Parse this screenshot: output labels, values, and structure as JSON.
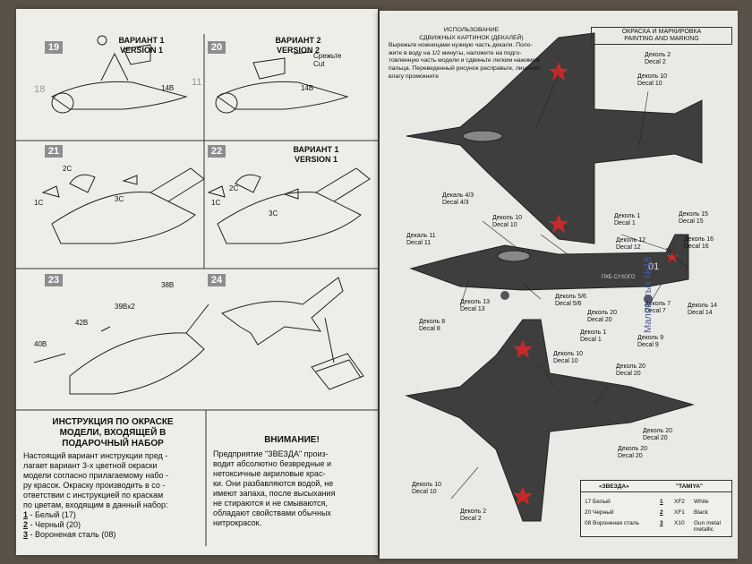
{
  "left_page": {
    "steps": [
      {
        "num": "19",
        "title": [
          "ВАРИАНТ 1",
          "VERSION 1"
        ],
        "parts": [
          "14B"
        ],
        "step_ref": "18"
      },
      {
        "num": "20",
        "title": [
          "ВАРИАНТ 2",
          "VERSION 2"
        ],
        "parts": [
          "14B"
        ],
        "cut": [
          "Срежьте",
          "Cut"
        ],
        "step_ref": "11"
      },
      {
        "num": "21",
        "parts": [
          "2C",
          "1C",
          "3C"
        ]
      },
      {
        "num": "22",
        "title": [
          "ВАРИАНТ 1",
          "VERSION 1"
        ],
        "parts": [
          "2C",
          "1C",
          "3C"
        ]
      },
      {
        "num": "23",
        "parts": [
          "38B",
          "39Bx2",
          "42B",
          "40B"
        ]
      },
      {
        "num": "24"
      }
    ],
    "instructions": {
      "title": [
        "ИНСТРУКЦИЯ ПО ОКРАСКЕ",
        "МОДЕЛИ, ВХОДЯЩЕЙ В",
        "ПОДАРОЧНЫЙ НАБОР"
      ],
      "body": [
        "Настоящий вариант инструкции пред -",
        "лагает вариант 3-х цветной окраски",
        "модели согласно прилагаемому набо -",
        "ру красок. Окраску производить в со -",
        "ответствии с инструкцией по краскам",
        "по цветам, входящим в данный набор:"
      ],
      "colors": [
        {
          "n": "1",
          "label": " - Белый (17)"
        },
        {
          "n": "2",
          "label": " - Черный (20)"
        },
        {
          "n": "3",
          "label": " - Вороненая сталь (08)"
        }
      ]
    },
    "warning": {
      "title": "ВНИМАНИЕ!",
      "body": [
        "Предприятие \"ЗВЕЗДА\" произ-",
        "водит абсолютно безвредные и",
        "нетоксичные акриловые крас-",
        "ки. Они разбавляются водой, не",
        "имеют запаха, после высыхания",
        "не стираются и не смываются,",
        "обладают свойствами обычных",
        "нитрокрасок."
      ]
    }
  },
  "right_page": {
    "decal_instructions": {
      "title": [
        "ИСПОЛЬЗОВАНИЕ",
        "СДВИЖНЫХ КАРТИНОК (ДЕКАЛЕЙ)"
      ],
      "body": [
        "Вырежьте ножницами нужную часть декали. Поло-",
        "жите в воду на 1/2 минуты, наложите на подго-",
        "товленную часть модели и сдвиньте легким нажимом",
        "пальца. Переведенный рисунок расправьте, лишнюю",
        "влагу промокните"
      ]
    },
    "header": [
      "ОКРАСКА И МАРКИРОВКА",
      "PAINTING AND MARKING"
    ],
    "callouts": [
      [
        "Деколь 2",
        "Decal 2"
      ],
      [
        "Деколь 10",
        "Decal 10"
      ],
      [
        "Декаль 4/3",
        "Decal 4/3"
      ],
      [
        "Деколь 10",
        "Decal 10"
      ],
      [
        "Деколь 1",
        "Decal 1"
      ],
      [
        "Декаль 11",
        "Decal 11"
      ],
      [
        "Деколь 15",
        "Decal 15"
      ],
      [
        "Деколь 12",
        "Decal 12"
      ],
      [
        "Деколь 16",
        "Decal 16"
      ],
      [
        "Деколь 13",
        "Decal 13"
      ],
      [
        "Деколь 5/6",
        "Decal 5/6"
      ],
      [
        "Деколь 20",
        "Decal 20"
      ],
      [
        "Деколь 7",
        "Decal 7"
      ],
      [
        "Деколь 14",
        "Decal 14"
      ],
      [
        "Деколь 8",
        "Decal 8"
      ],
      [
        "Деколь 1",
        "Decal 1"
      ],
      [
        "Деколь 9",
        "Decal 9"
      ],
      [
        "Деколь 10",
        "Decal 10"
      ],
      [
        "Деколь 20",
        "Decal 20"
      ],
      [
        "Деколь 20",
        "Decal 20"
      ],
      [
        "Деколь 20",
        "Decal 20"
      ],
      [
        "Деколь 10",
        "Decal 10"
      ],
      [
        "Деколь 2",
        "Decal 2"
      ]
    ],
    "fuselage_text": "ПКБ СУХОГО",
    "tail_number": "01",
    "vertical_text": "Маловатых №18",
    "paint_table": {
      "headers": [
        "«ЗВЕЗДА»",
        "\"TAMIYA\""
      ],
      "rows": [
        {
          "num": "1",
          "zvezda": "17 Белый",
          "code": "XF2",
          "tamiya": "White"
        },
        {
          "num": "2",
          "zvezda": "20 Черный",
          "code": "XF1",
          "tamiya": "Black"
        },
        {
          "num": "3",
          "zvezda": "08 Вороненая сталь",
          "code": "X10",
          "tamiya": "Gun metal metallic"
        }
      ]
    }
  },
  "colors": {
    "paper": "#ecebe6",
    "aircraft": "#3e3e3e",
    "star": "#c52a2a",
    "step_box": "#8d8d8d",
    "background": "#5a5248"
  }
}
